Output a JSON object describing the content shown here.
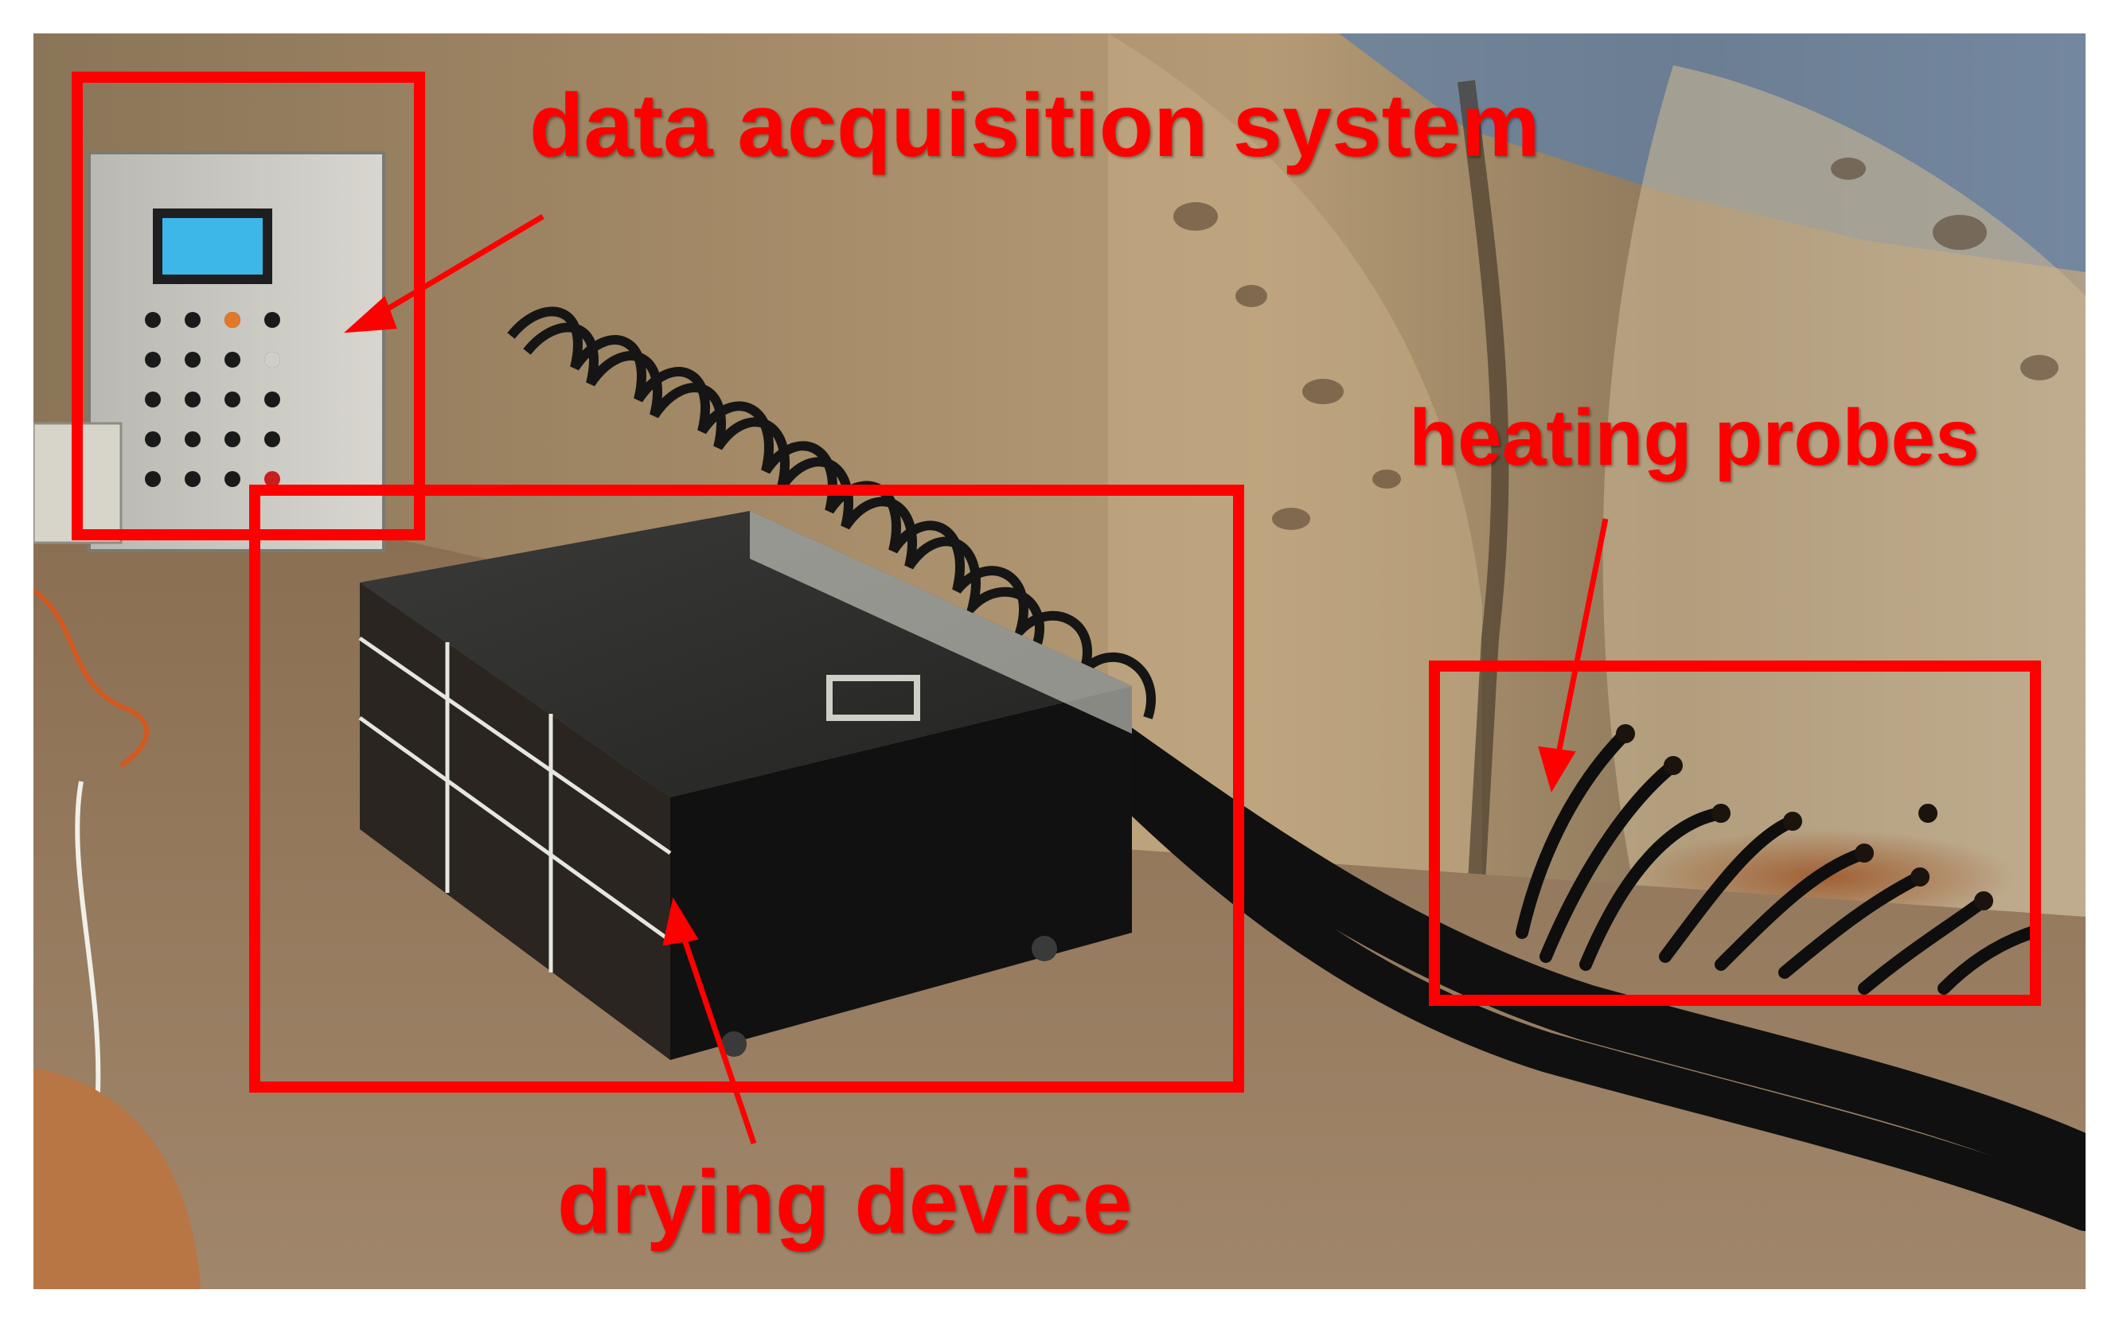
{
  "photo": {
    "description_icon": "photo-scene",
    "annotation_color": "#ff0000"
  },
  "annotations": {
    "daq_label": "data acquisition system",
    "heating_label": "heating probes",
    "drying_label": "drying device"
  }
}
